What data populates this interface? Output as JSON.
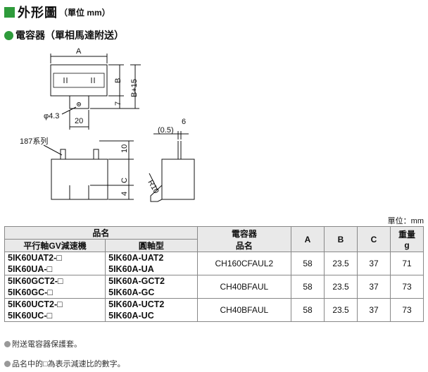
{
  "header": {
    "title": "外形圖",
    "unit": "（單位 mm）"
  },
  "section": {
    "title": "電容器（單相馬達附送）"
  },
  "drawing": {
    "label_A": "A",
    "label_B": "B",
    "label_B15": "B+15",
    "label_7": "7",
    "label_phi": "φ4.3",
    "label_20": "20",
    "label_series": "187系列",
    "label_10": "10",
    "label_C": "C",
    "label_4": "4",
    "label_05": "(0.5)",
    "label_6": "6",
    "label_R10": "R10"
  },
  "table": {
    "unit_label": "單位：mm",
    "headers": {
      "product_name": "品名",
      "parallel": "平行軸GV減速機",
      "round": "圓軸型",
      "capacitor_line1": "電容器",
      "capacitor_line2": "品名",
      "A": "A",
      "B": "B",
      "C": "C",
      "weight_line1": "重量",
      "weight_line2": "g"
    },
    "rows": [
      {
        "gear1": "5IK60UAT2-□",
        "gear2": "5IK60UA-□",
        "round1": "5IK60A-UAT2",
        "round2": "5IK60A-UA",
        "capacitor": "CH160CFAUL2",
        "A": "58",
        "B": "23.5",
        "C": "37",
        "weight": "71"
      },
      {
        "gear1": "5IK60GCT2-□",
        "gear2": "5IK60GC-□",
        "round1": "5IK60A-GCT2",
        "round2": "5IK60A-GC",
        "capacitor": "CH40BFAUL",
        "A": "58",
        "B": "23.5",
        "C": "37",
        "weight": "73"
      },
      {
        "gear1": "5IK60UCT2-□",
        "gear2": "5IK60UC-□",
        "round1": "5IK60A-UCT2",
        "round2": "5IK60A-UC",
        "capacitor": "CH40BFAUL",
        "A": "58",
        "B": "23.5",
        "C": "37",
        "weight": "73"
      }
    ]
  },
  "notes": [
    "附送電容器保護套。",
    "品名中的□為表示減速比的數字。"
  ]
}
